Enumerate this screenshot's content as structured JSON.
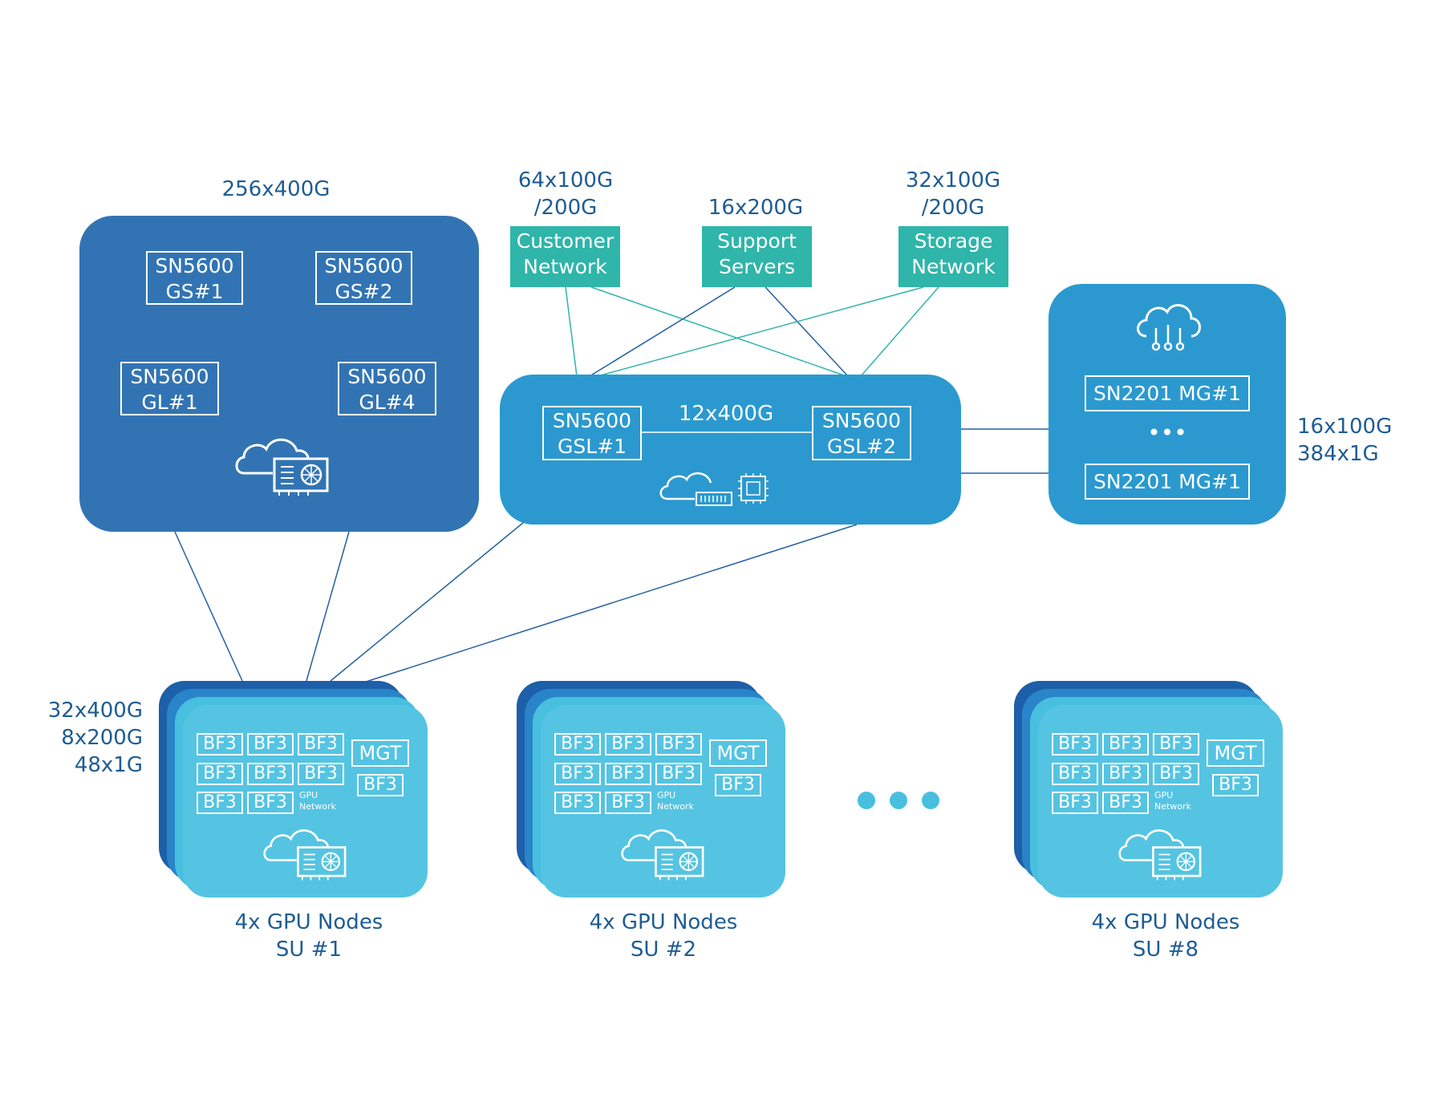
{
  "gpu_fabric": {
    "capacity": "256x400G",
    "spines": [
      {
        "line1": "SN5600",
        "line2": "GS#1"
      },
      {
        "line1": "SN5600",
        "line2": "GS#2"
      }
    ],
    "leaves": [
      {
        "line1": "SN5600",
        "line2": "GL#1"
      },
      {
        "line1": "SN5600",
        "line2": "GL#4"
      }
    ]
  },
  "external": [
    {
      "cap1": "64x100G",
      "cap2": "/200G",
      "name1": "Customer",
      "name2": "Network"
    },
    {
      "cap1": "16x200G",
      "cap2": "",
      "name1": "Support",
      "name2": "Servers"
    },
    {
      "cap1": "32x100G",
      "cap2": "/200G",
      "name1": "Storage",
      "name2": "Network"
    }
  ],
  "storage_fabric": {
    "link": "12x400G",
    "switches": [
      {
        "line1": "SN5600",
        "line2": "GSL#1"
      },
      {
        "line1": "SN5600",
        "line2": "GSL#2"
      }
    ]
  },
  "mgmt_fabric": {
    "switches": [
      "SN2201 MG#1",
      "SN2201 MG#1"
    ],
    "ellipsis": "•••",
    "cap1": "16x100G",
    "cap2": "384x1G"
  },
  "su_links": {
    "cap1": "32x400G",
    "cap2": "8x200G",
    "cap3": "48x1G"
  },
  "scalable_units": [
    {
      "title": "4x GPU Nodes",
      "name": "SU #1"
    },
    {
      "title": "4x GPU Nodes",
      "name": "SU #2"
    },
    {
      "title": "4x GPU Nodes",
      "name": "SU #8"
    }
  ],
  "node_card": {
    "bf": "BF3",
    "mgt": "MGT",
    "net1": "GPU",
    "net2": "Network"
  },
  "colors": {
    "gpu_fabric": "#3274b3",
    "storage_fabric": "#2b99cf",
    "external": "#2fb5a9",
    "text": "#1f5c93",
    "link_blue": "#2460a0",
    "link_teal": "#2fb5a9"
  },
  "icons": [
    "cloud-icon",
    "gpu-card-icon",
    "server-icon",
    "cpu-icon",
    "cloud-network-icon"
  ]
}
